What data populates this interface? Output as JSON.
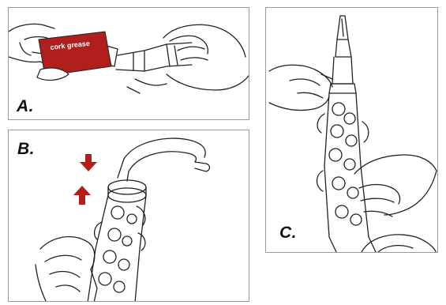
{
  "panels": {
    "a": {
      "label": "A.",
      "tube_text": "cork grease"
    },
    "b": {
      "label": "B."
    },
    "c": {
      "label": "C."
    }
  },
  "colors": {
    "outline": "#9a9a9a",
    "ink": "#222222",
    "tube_red": "#b01e1e",
    "arrow_red": "#b51c1c"
  },
  "icons": [
    "down-arrow-icon",
    "up-arrow-icon"
  ]
}
